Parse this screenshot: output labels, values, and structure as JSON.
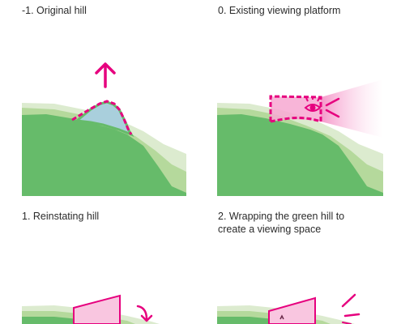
{
  "steps": [
    {
      "label": "-1. Original hill"
    },
    {
      "label": "0. Existing viewing platform"
    },
    {
      "label": "1. Reinstating hill"
    },
    {
      "label": "2. Wrapping the green hill to"
    },
    {
      "label": "create a viewing space"
    }
  ],
  "colors": {
    "hill_dark": "#66bb6a",
    "hill_mid": "#b5d99c",
    "hill_light": "#dcebcf",
    "accent": "#e6007e",
    "accent_fill": "#f9c6e0",
    "restored_hill": "#a9cfdc"
  },
  "icons": [
    "up-arrow-icon",
    "eye-icon",
    "curved-arrow-icon",
    "sightline-icon"
  ]
}
